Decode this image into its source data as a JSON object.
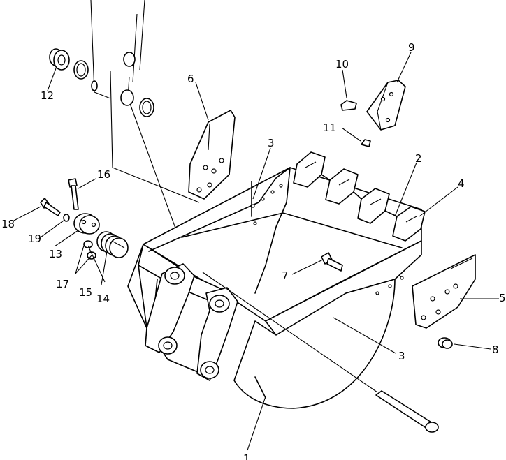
{
  "callouts": [
    {
      "id": "1",
      "text": "1"
    },
    {
      "id": "2",
      "text": "2"
    },
    {
      "id": "3a",
      "text": "3"
    },
    {
      "id": "3b",
      "text": "3"
    },
    {
      "id": "4",
      "text": "4"
    },
    {
      "id": "5",
      "text": "5"
    },
    {
      "id": "6",
      "text": "6"
    },
    {
      "id": "7",
      "text": "7"
    },
    {
      "id": "8",
      "text": "8"
    },
    {
      "id": "9",
      "text": "9"
    },
    {
      "id": "10",
      "text": "10"
    },
    {
      "id": "11",
      "text": "11"
    },
    {
      "id": "12",
      "text": "12"
    },
    {
      "id": "13",
      "text": "13"
    },
    {
      "id": "14",
      "text": "14"
    },
    {
      "id": "15",
      "text": "15"
    },
    {
      "id": "16",
      "text": "16"
    },
    {
      "id": "17",
      "text": "17"
    },
    {
      "id": "18",
      "text": "18"
    },
    {
      "id": "19",
      "text": "19"
    }
  ]
}
